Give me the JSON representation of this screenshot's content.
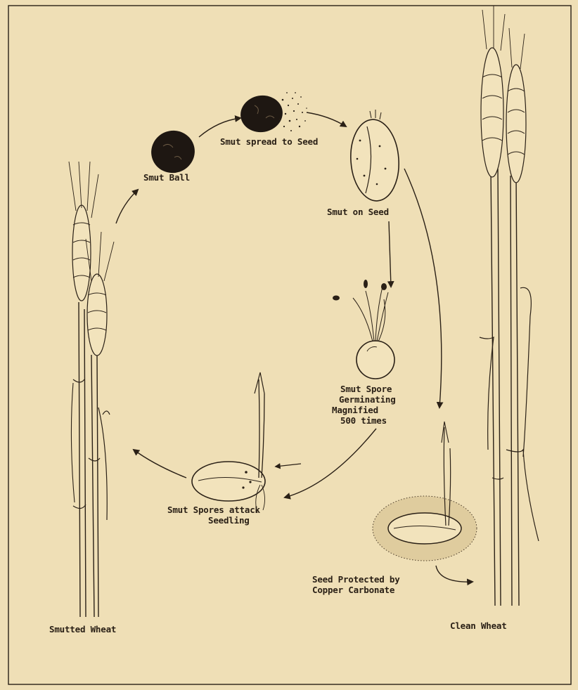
{
  "labels": {
    "smut_ball": "Smut Ball",
    "smut_spread": "Smut spread to Seed",
    "smut_on_seed": "Smut on Seed",
    "spore_germinating": [
      "Smut Spore",
      "Germinating",
      "Magnified",
      "500 times"
    ],
    "spores_attack": [
      "Smut Spores attack",
      "Seedling"
    ],
    "seed_protected": [
      "Seed Protected by",
      "Copper Carbonate"
    ],
    "smutted_wheat": "Smutted Wheat",
    "clean_wheat": "Clean Wheat"
  },
  "colors": {
    "paper": "#efdfb6",
    "ink": "#2a2016"
  }
}
